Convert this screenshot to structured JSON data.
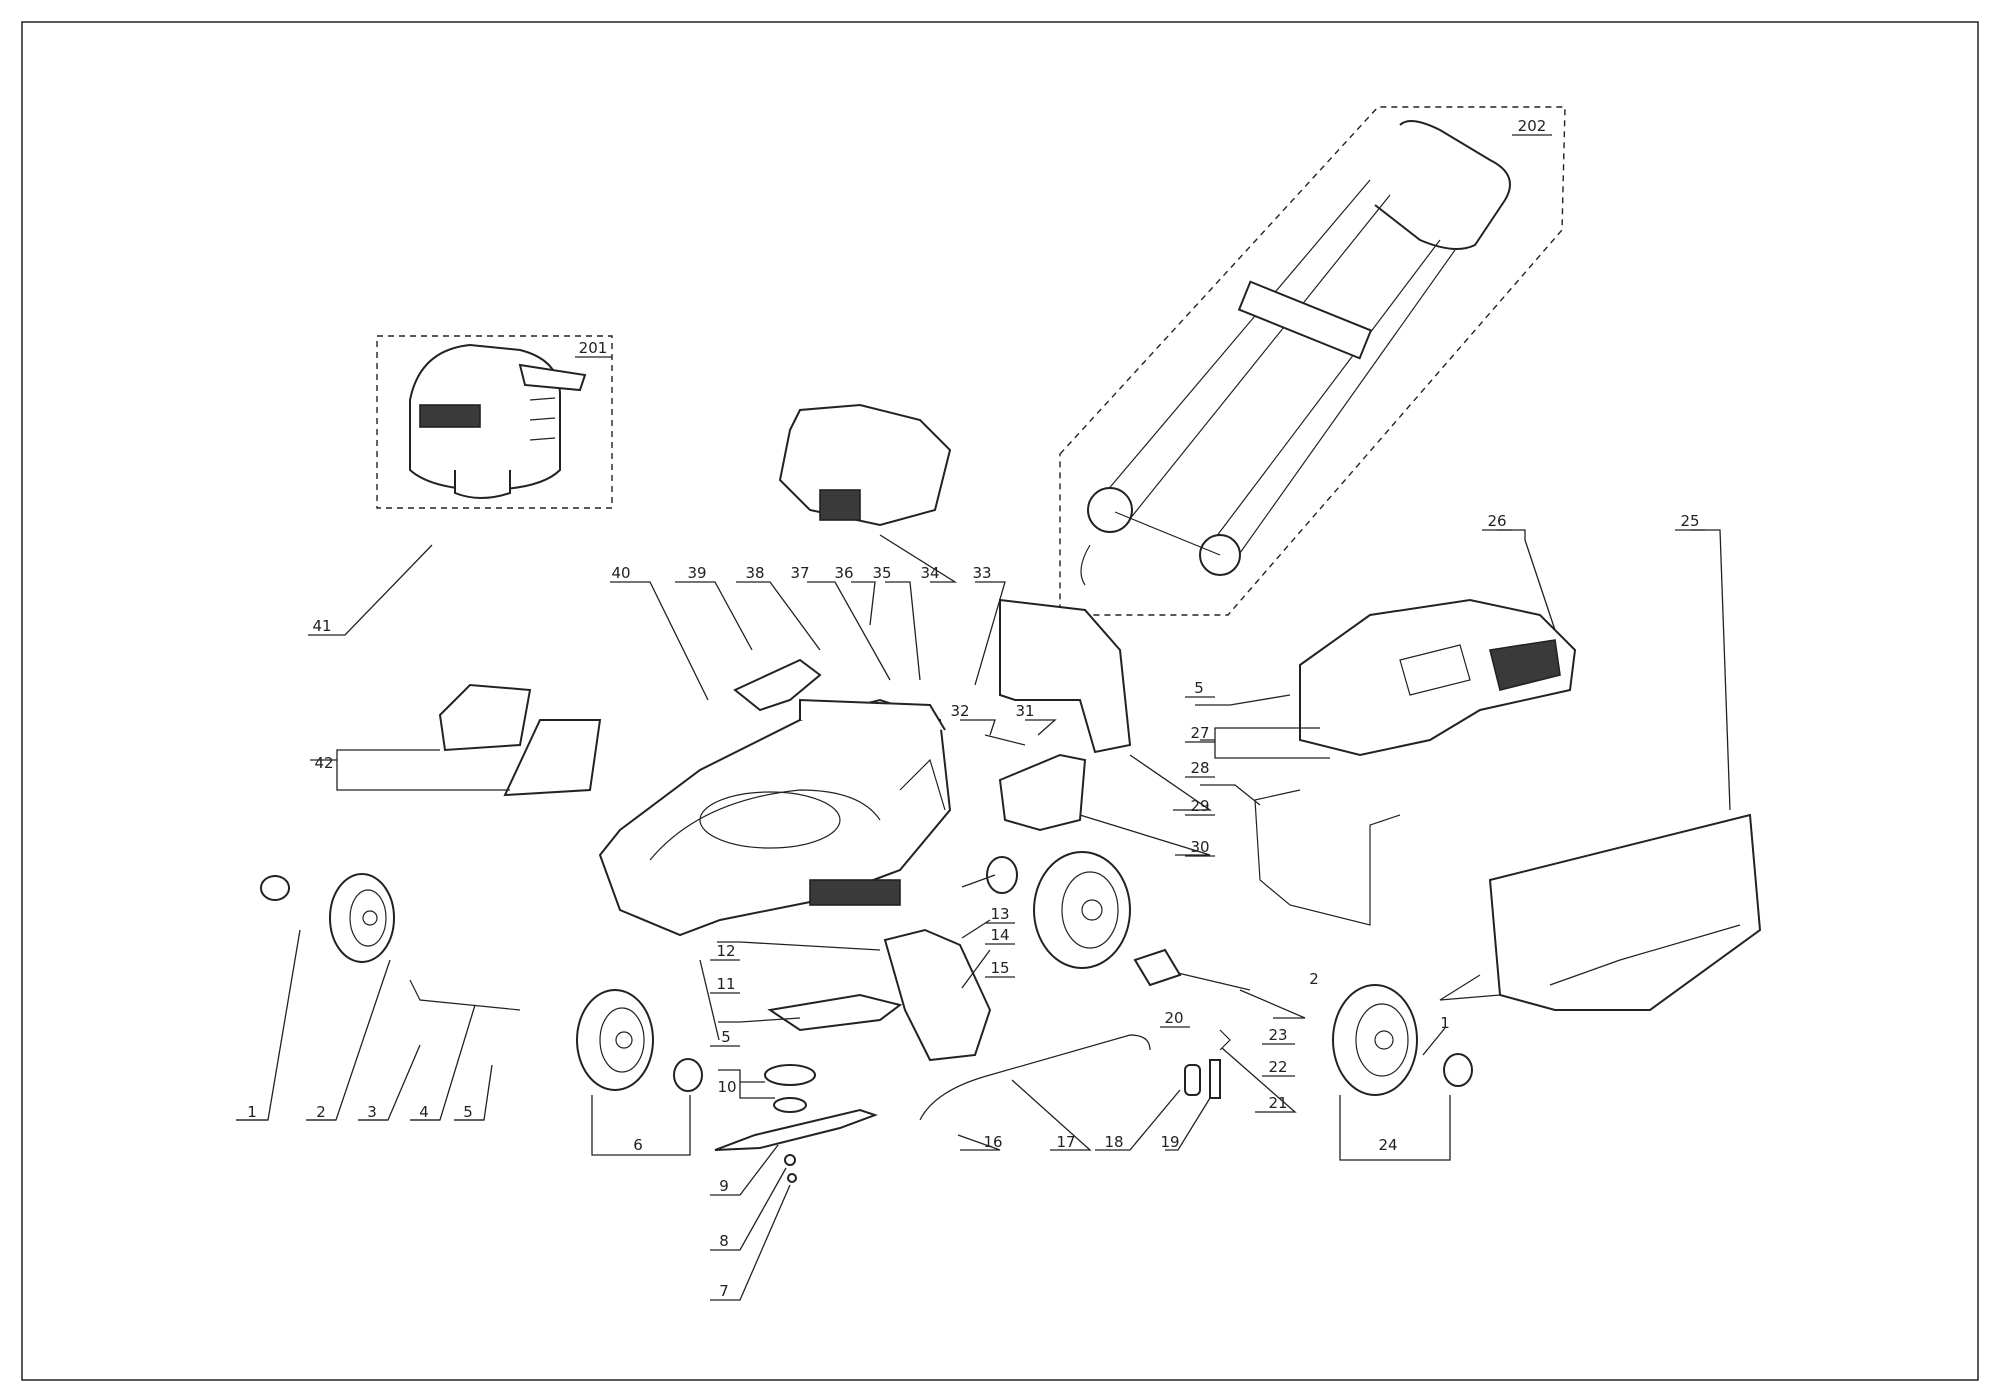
{
  "diagram": {
    "type": "exploded-parts-view",
    "callouts": {
      "c1a": "1",
      "c2a": "2",
      "c3": "3",
      "c4": "4",
      "c5a": "5",
      "c6": "6",
      "c7": "7",
      "c8": "8",
      "c9": "9",
      "c10": "10",
      "c11": "11",
      "c12": "12",
      "c13": "13",
      "c14": "14",
      "c15": "15",
      "c16": "16",
      "c17": "17",
      "c18": "18",
      "c19": "19",
      "c20": "20",
      "c21": "21",
      "c22": "22",
      "c23": "23",
      "c24": "24",
      "c25": "25",
      "c26": "26",
      "c27": "27",
      "c28": "28",
      "c29": "29",
      "c30": "30",
      "c31": "31",
      "c32": "32",
      "c33": "33",
      "c34": "34",
      "c35": "35",
      "c36": "36",
      "c37": "37",
      "c38": "38",
      "c39": "39",
      "c40": "40",
      "c41": "41",
      "c42": "42",
      "c5b": "5",
      "c5c": "5",
      "c2b": "2",
      "c1b": "1",
      "c201": "201",
      "c202": "202"
    }
  }
}
